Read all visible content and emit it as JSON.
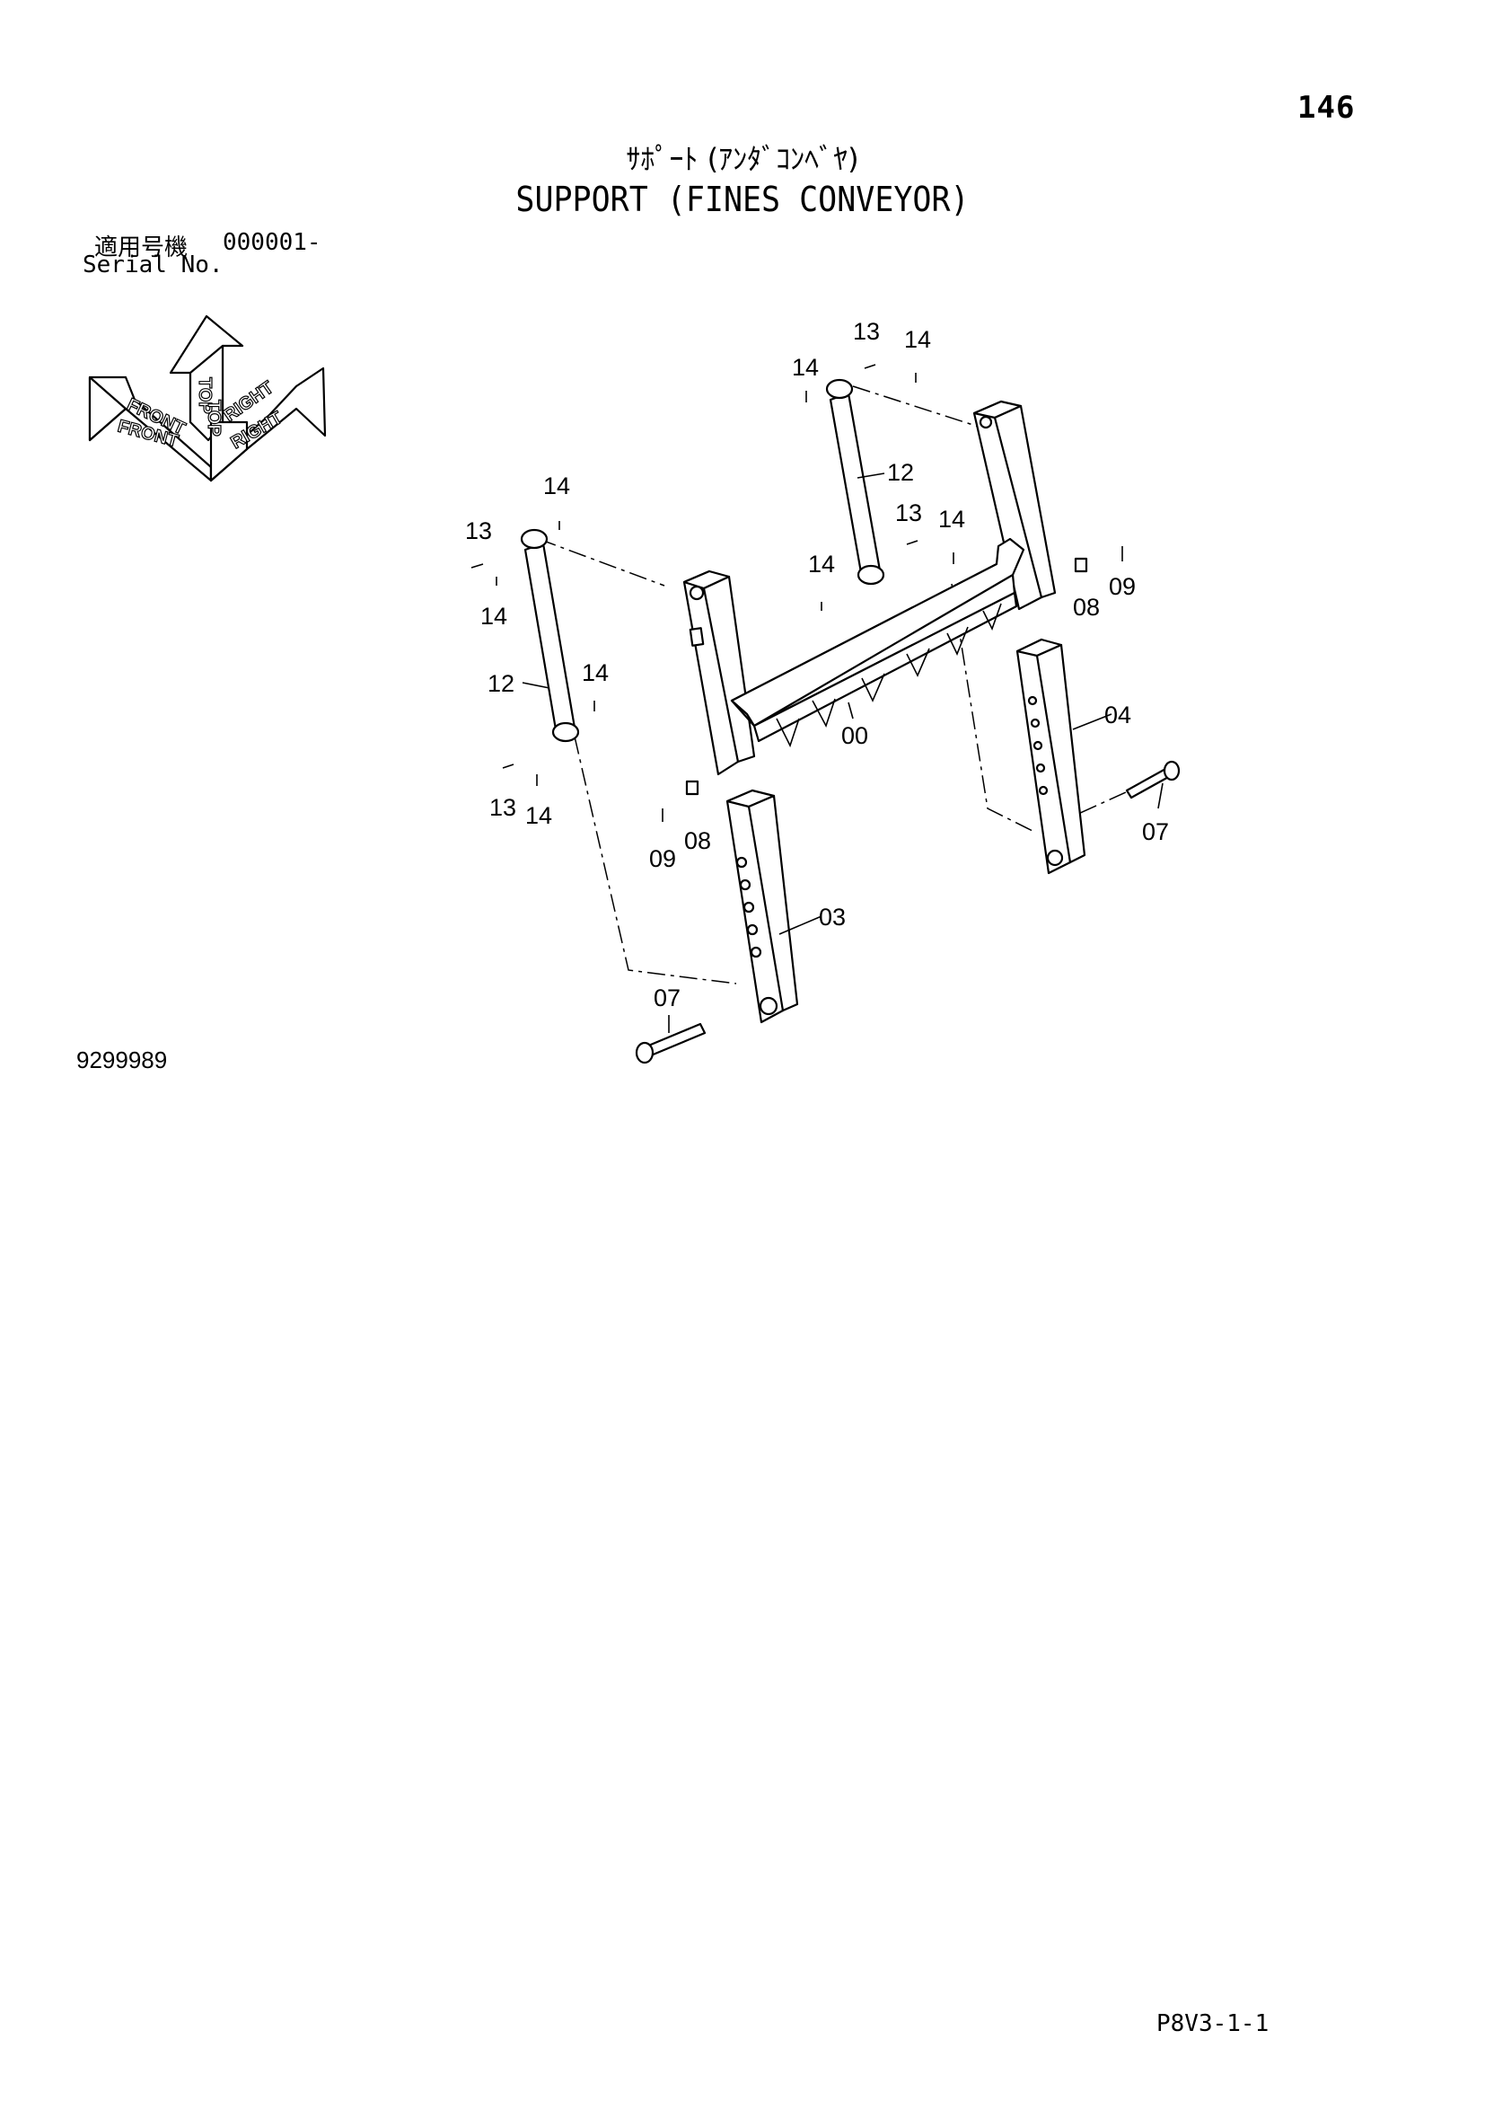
{
  "page_number": "146",
  "title_jp": "ｻﾎﾟｰﾄ (ｱﾝﾀﾞｺﾝﾍﾞﾔ)",
  "title_en": "SUPPORT (FINES CONVEYOR)",
  "serial": {
    "label_jp": "適用号機",
    "number": "000001-",
    "label_en": "Serial No."
  },
  "orientation": {
    "top": "TOP",
    "front": "FRONT",
    "right": "RIGHT"
  },
  "drawing_number": "9299989",
  "page_code": "P8V3-1-1",
  "callouts": {
    "c00": "00",
    "c03": "03",
    "c04": "04",
    "c07a": "07",
    "c07b": "07",
    "c08a": "08",
    "c08b": "08",
    "c09a": "09",
    "c09b": "09",
    "c12a": "12",
    "c12b": "12",
    "c13a": "13",
    "c13b": "13",
    "c13c": "13",
    "c13d": "13",
    "c14a": "14",
    "c14b": "14",
    "c14c": "14",
    "c14d": "14",
    "c14e": "14",
    "c14f": "14",
    "c14g": "14",
    "c14h": "14"
  }
}
